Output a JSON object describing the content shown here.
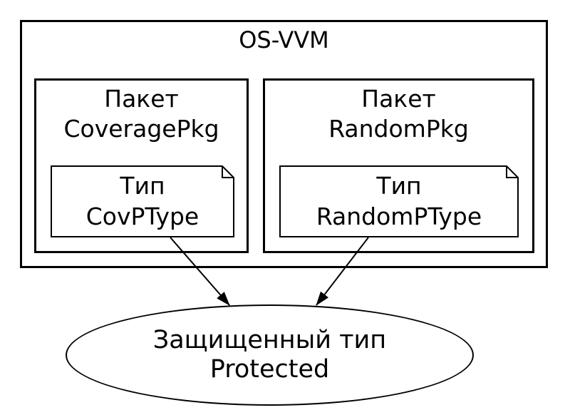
{
  "diagram": {
    "title": "OS-VVM",
    "packages": [
      {
        "kind": "Пакет",
        "name": "CoveragePkg",
        "type_kind": "Тип",
        "type_name": "CovPType"
      },
      {
        "kind": "Пакет",
        "name": "RandomPkg",
        "type_kind": "Тип",
        "type_name": "RandomPType"
      }
    ],
    "protected_type": {
      "line1": "Защищенный тип",
      "line2": "Protected"
    },
    "colors": {
      "stroke": "#000000",
      "background": "#ffffff"
    }
  }
}
